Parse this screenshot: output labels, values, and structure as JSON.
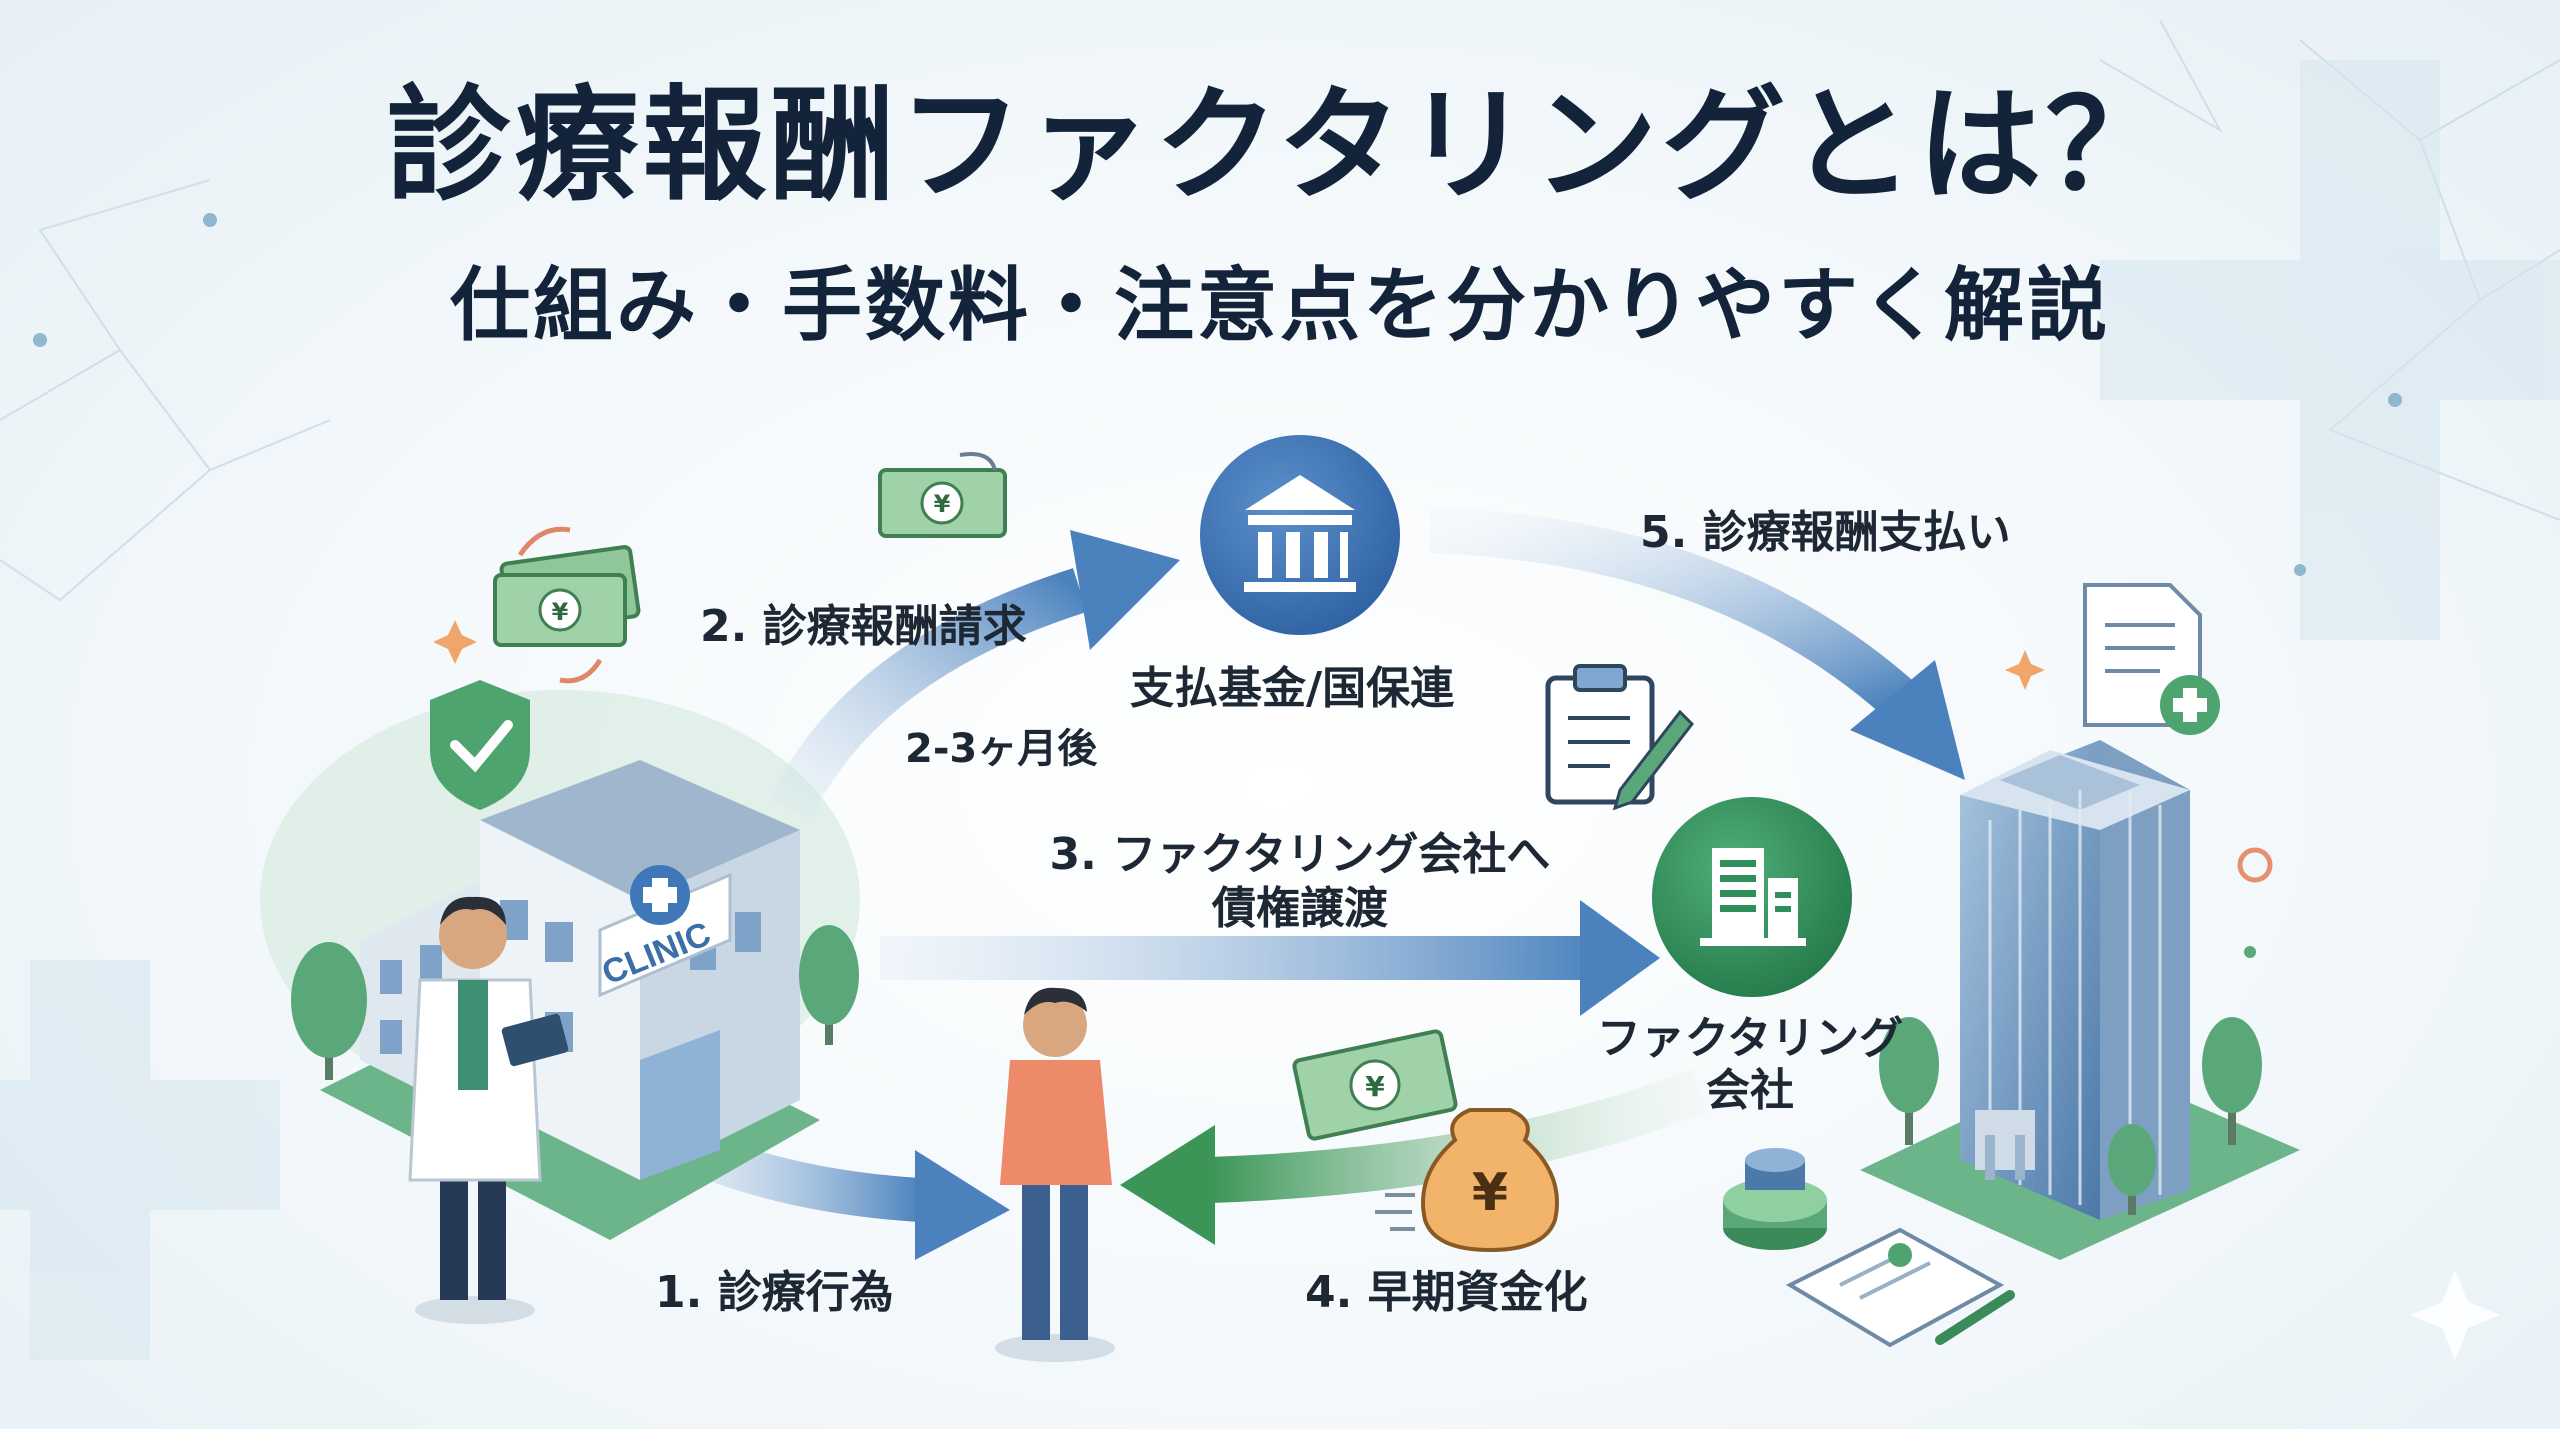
{
  "header": {
    "title": "診療報酬ファクタリングとは？",
    "subtitle": "仕組み・手数料・注意点を分かりやすく解説"
  },
  "nodes": {
    "clinic_sign": "CLINIC",
    "fund": "支払基金/国保連",
    "factoring_line1": "ファクタリング",
    "factoring_line2": "会社"
  },
  "steps": {
    "s1": "1. 診療行為",
    "s2": "2. 診療報酬請求",
    "s2_note": "2-3ヶ月後",
    "s3_line1": "3. ファクタリング会社へ",
    "s3_line2": "債権譲渡",
    "s4": "4. 早期資金化",
    "s5": "5. 診療報酬支払い"
  },
  "icons": {
    "currency": "¥"
  },
  "colors": {
    "title": "#13243a",
    "blue_arrow": "#4f86c0",
    "green_arrow": "#3f9a5e",
    "bank_circle": "#3d72b4",
    "factoring_circle": "#2f8f5a",
    "money_green": "#8fc79a"
  }
}
